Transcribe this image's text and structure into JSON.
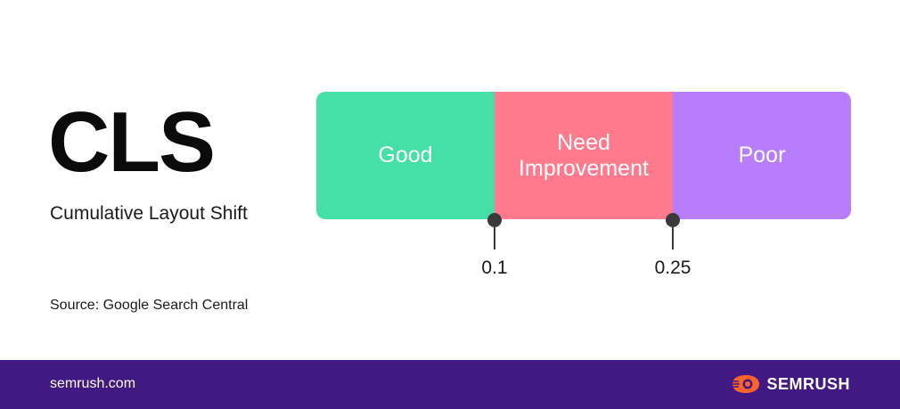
{
  "title": "CLS",
  "subtitle": "Cumulative Layout Shift",
  "source": "Source: Google Search Central",
  "scale": {
    "segments": [
      {
        "label": "Good",
        "color": "#45e0a8"
      },
      {
        "label": "Need Improvement",
        "color": "#ff7a8d"
      },
      {
        "label": "Poor",
        "color": "#b87dfb"
      }
    ],
    "thresholds": [
      "0.1",
      "0.25"
    ],
    "marker_color": "#3a3a3d"
  },
  "footer": {
    "url": "semrush.com",
    "brand": "SEMRUSH",
    "background": "#421983",
    "logo_icon": "semrush-flame-icon",
    "logo_color": "#ff642d"
  }
}
